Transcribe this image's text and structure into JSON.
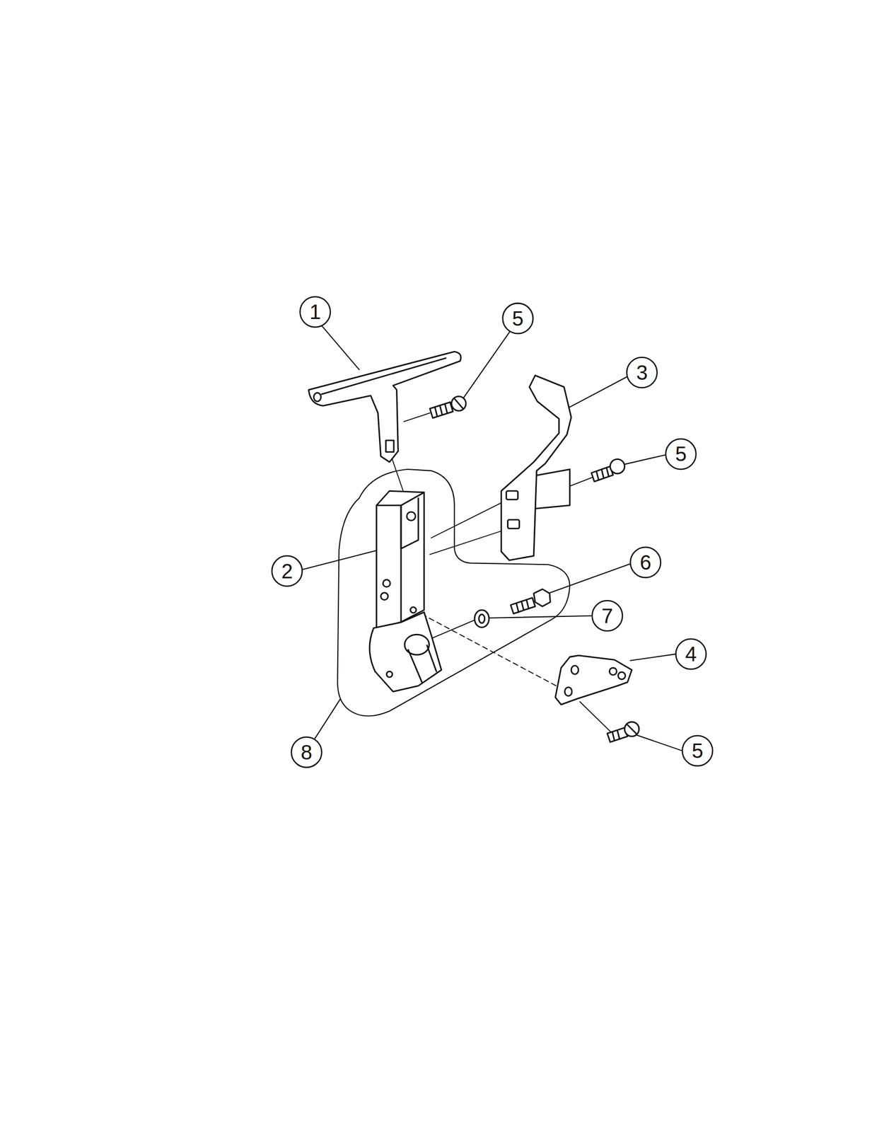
{
  "diagram": {
    "labels": [
      "1",
      "5",
      "3",
      "5",
      "2",
      "6",
      "7",
      "4",
      "8",
      "5"
    ]
  }
}
